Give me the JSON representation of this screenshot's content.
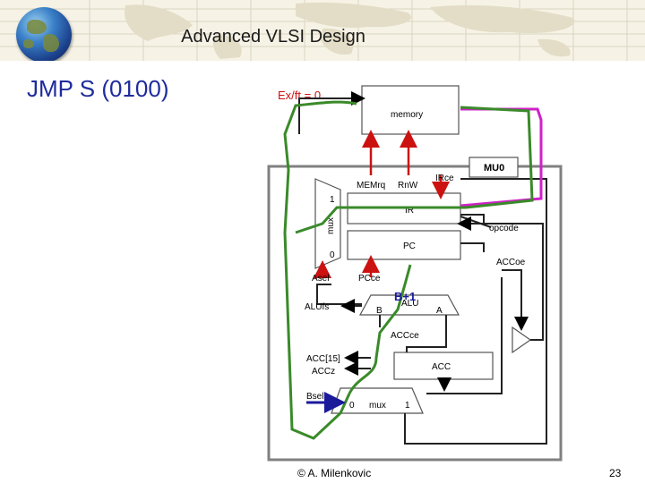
{
  "header": {
    "title": "Advanced VLSI Design"
  },
  "slide": {
    "title": "JMP S (0100)",
    "phase": "Ex/ft = 0"
  },
  "diagram": {
    "memory": "memory",
    "mu0": "MU0",
    "ir": "IR",
    "pc": "PC",
    "acc": "ACC",
    "alu": "ALU",
    "alu_b": "B",
    "alu_a": "A",
    "mux": "mux",
    "mux_1": "1",
    "mux_0": "0",
    "bmux_0": "0",
    "bmux_1": "1",
    "memrq": "MEMrq",
    "rnw": "RnW",
    "irce": "IRce",
    "opcode": "opcode",
    "accoe": "ACCoe",
    "asel": "Asel",
    "pcce": "PCce",
    "alufs": "ALUfs",
    "accce": "ACCce",
    "acc15": "ACC[15]",
    "accz": "ACCz",
    "bsel": "Bsel",
    "bplus1": "B+1"
  },
  "colors": {
    "path_green": "#3a8a2a",
    "path_magenta": "#d020c8",
    "control_red": "#cc1111",
    "bsel_blue": "#1a1a9a"
  },
  "footer": {
    "copyright": "© A. Milenkovic",
    "page": "23"
  }
}
